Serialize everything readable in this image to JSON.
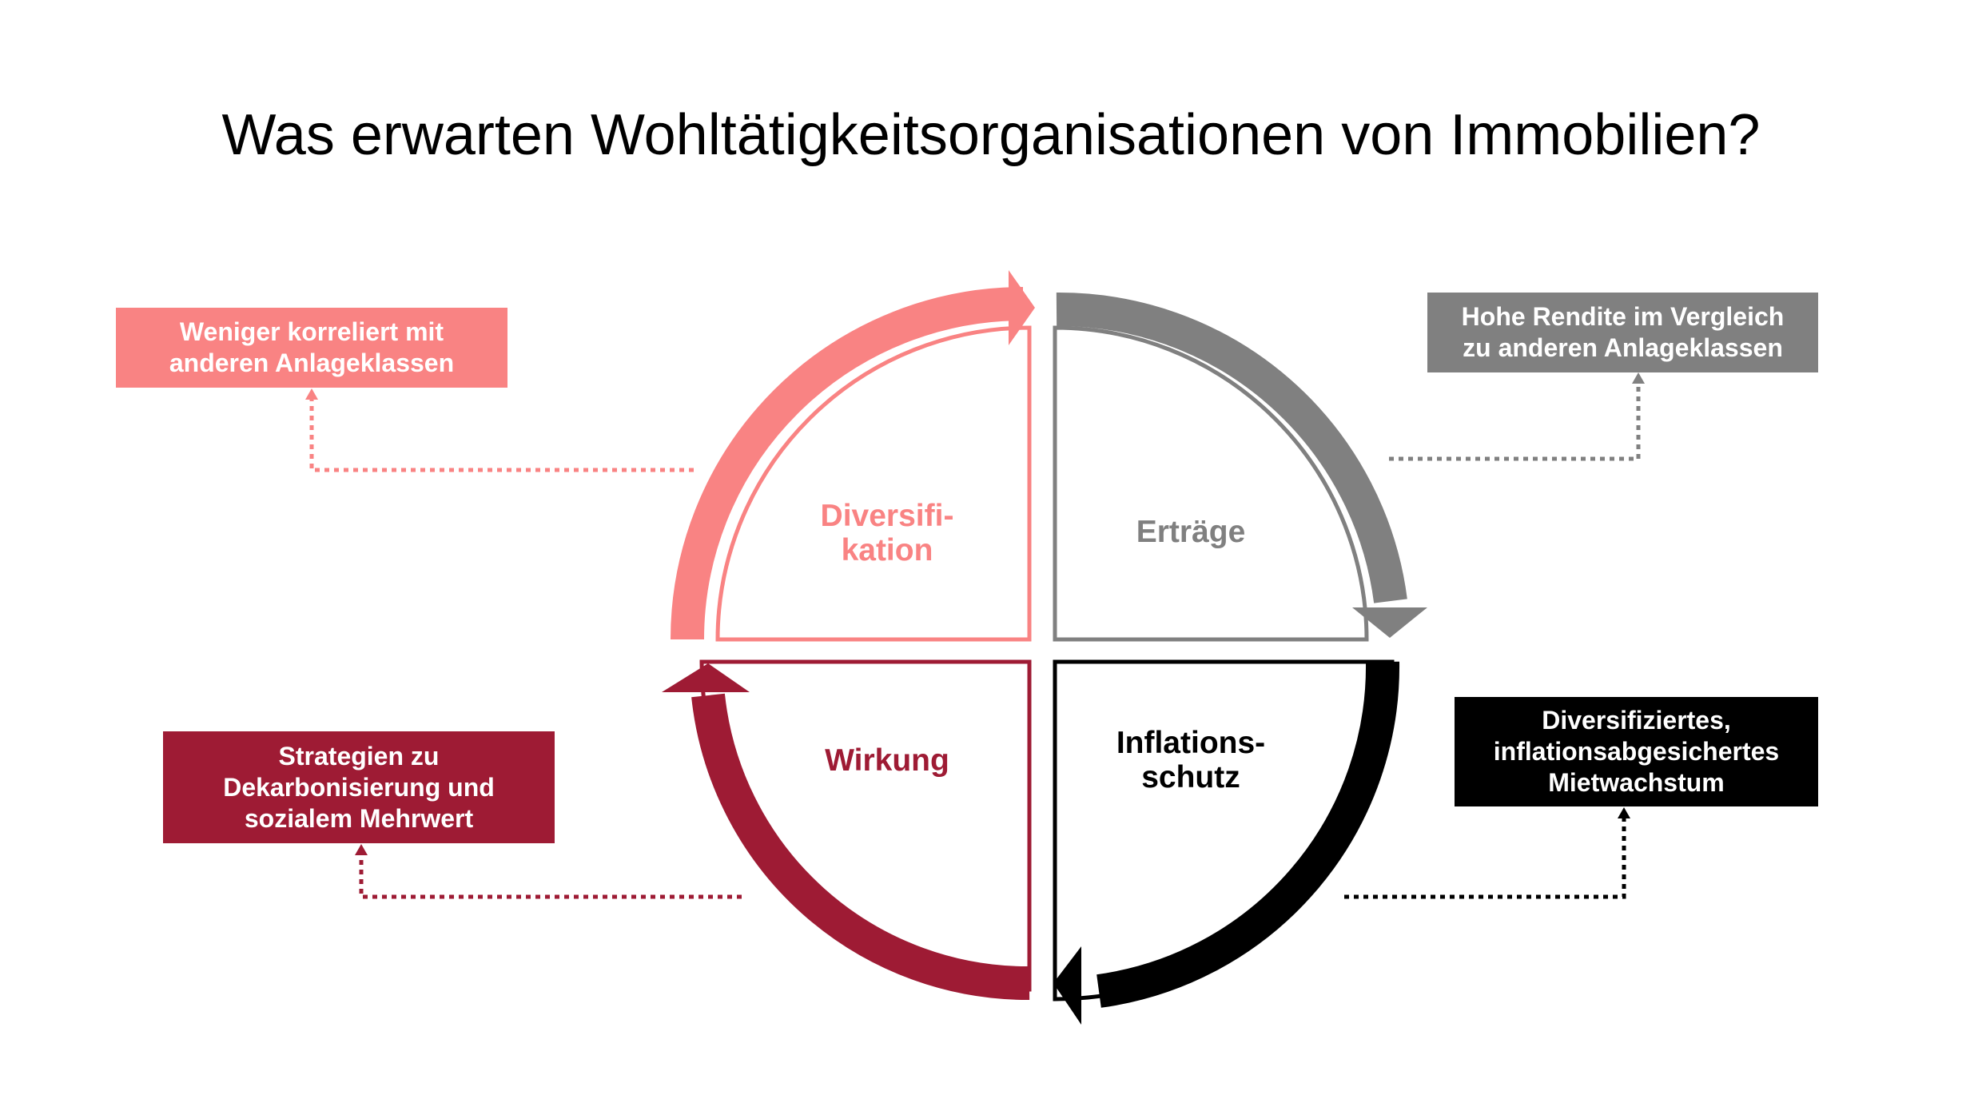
{
  "title": "Was erwarten Wohltätigkeitsorganisationen von Immobilien?",
  "quadrants": {
    "diversification": {
      "label": "Diversifi-\nkation",
      "callout": "Weniger korreliert mit\nanderen Anlageklassen",
      "color": "#f98383"
    },
    "returns": {
      "label": "Erträge",
      "callout": "Hohe Rendite im Vergleich\nzu anderen Anlageklassen",
      "color": "#808080"
    },
    "inflation": {
      "label": "Inflations-\nschutz",
      "callout": "Diversifiziertes,\ninflationsabgesichertes\nMietwachstum",
      "color": "#000000"
    },
    "impact": {
      "label": "Wirkung",
      "callout": "Strategien zu\nDekarbonisierung und\nsozialem Mehrwert",
      "color": "#9e1b34"
    }
  }
}
